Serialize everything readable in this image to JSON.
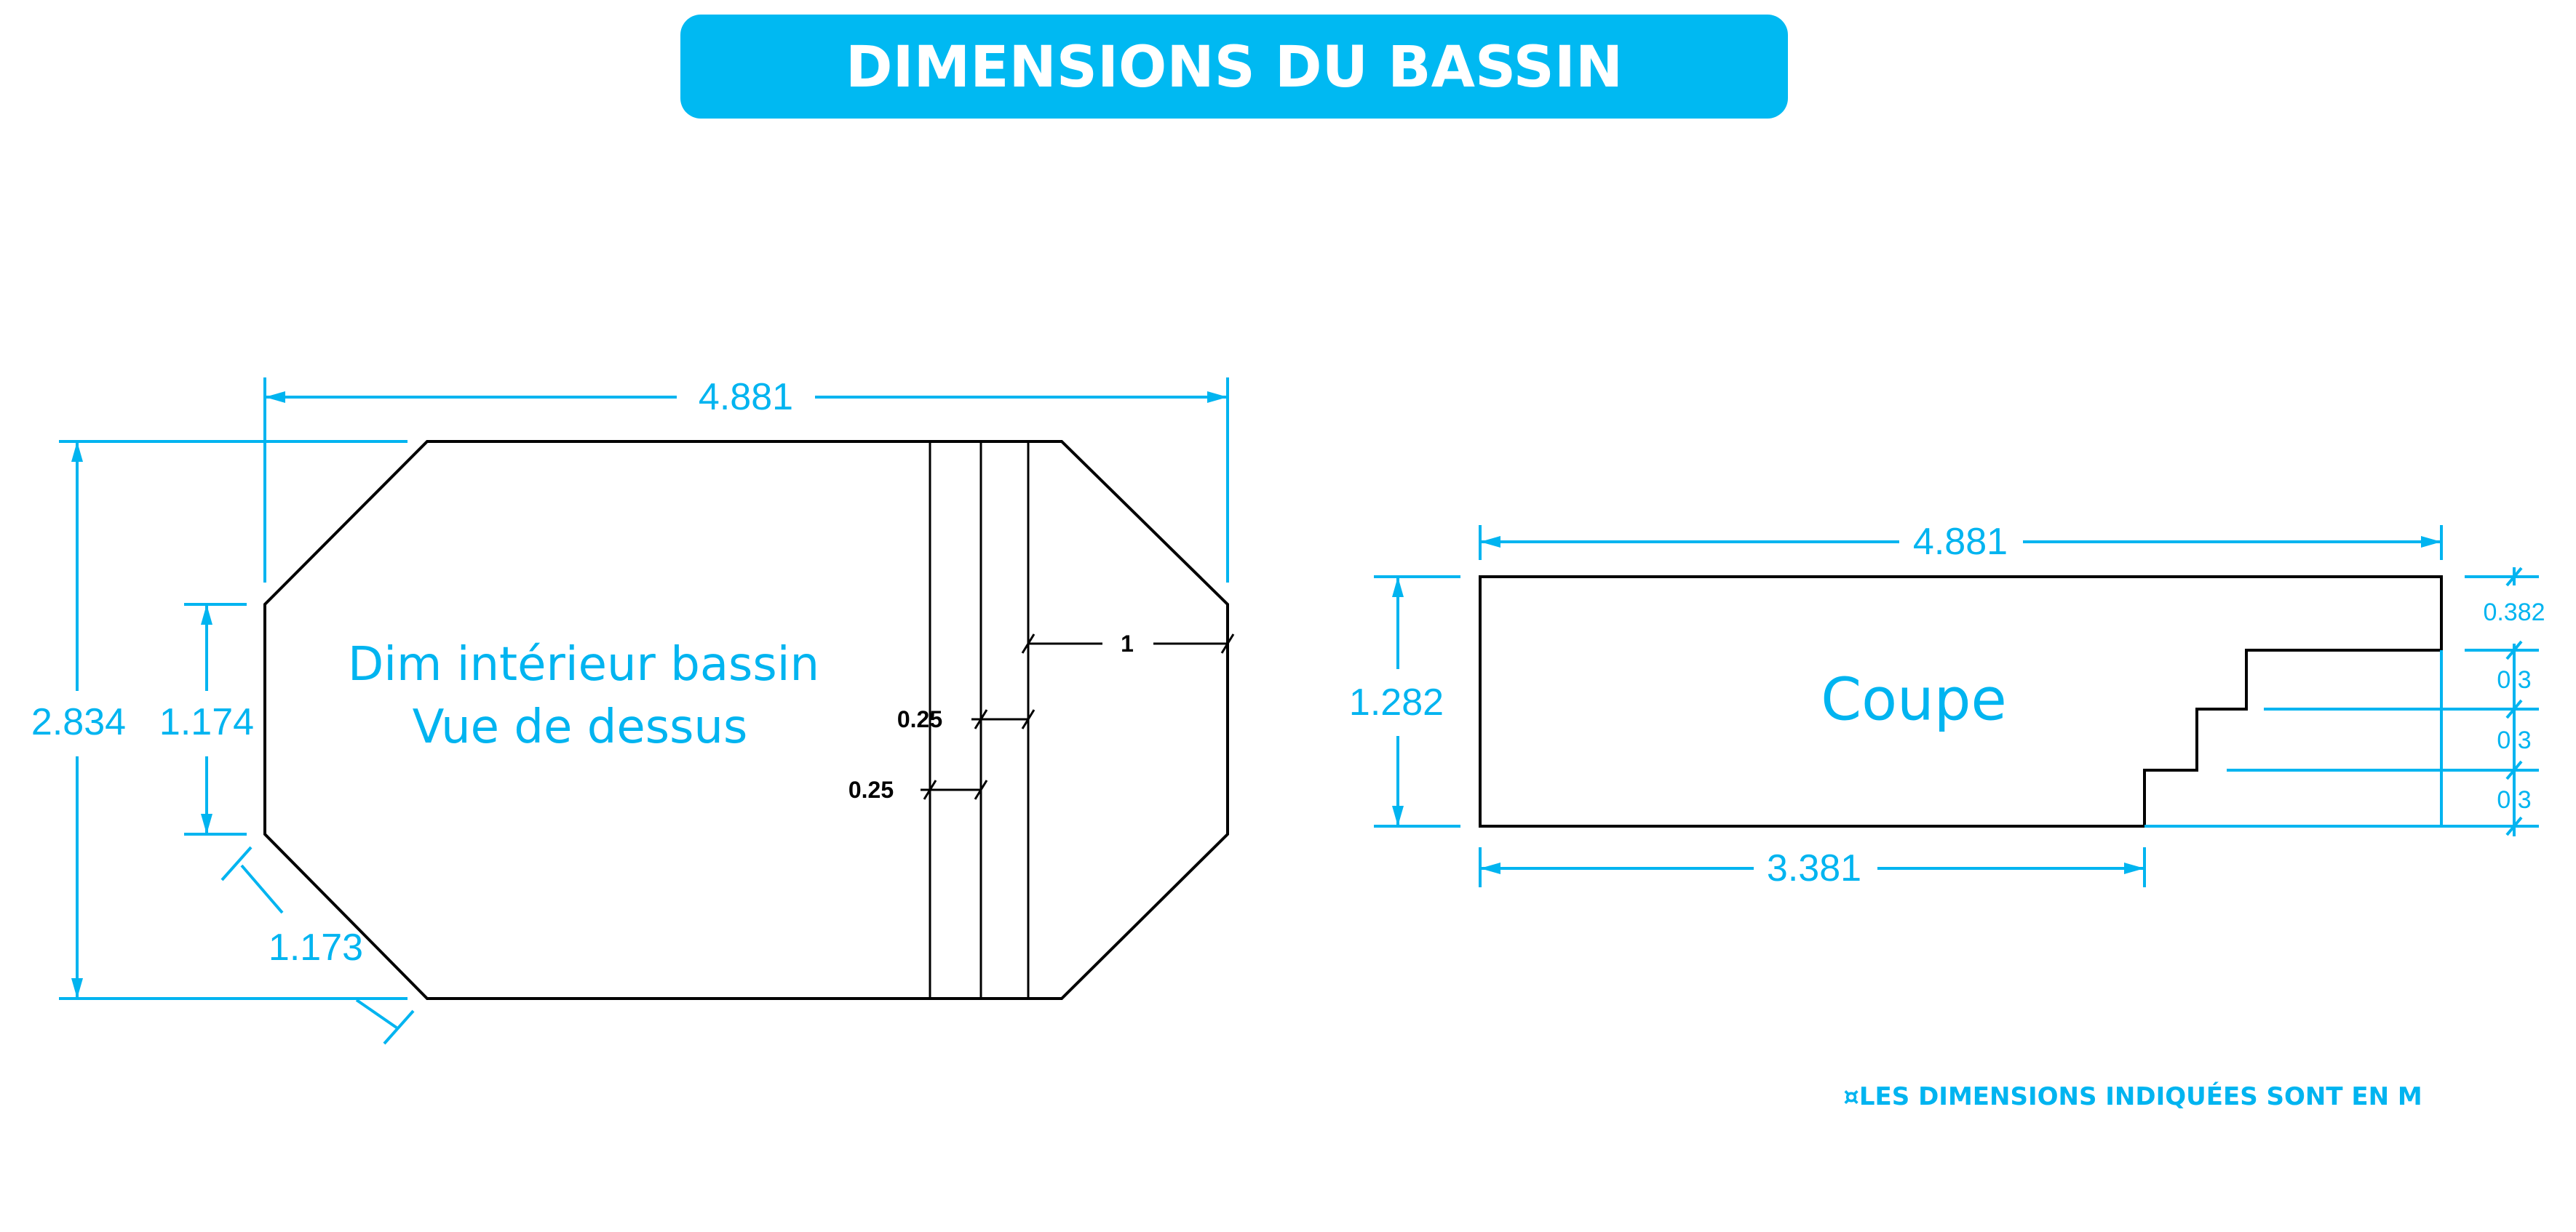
{
  "title": "DIMENSIONS DU BASSIN",
  "top_view": {
    "label_line1": "Dim intérieur bassin",
    "label_line2": "Vue de dessus",
    "length": "4.881",
    "width": "2.834",
    "side_width": "1.174",
    "diagonal": "1.173",
    "step_depth": "1",
    "step_1": "0.25",
    "step_2": "0.25"
  },
  "section_view": {
    "label": "Coupe",
    "length": "4.881",
    "depth": "1.282",
    "floor_length": "3.381",
    "top_step": "0.382",
    "steps": [
      "0.3",
      "0.3",
      "0.3"
    ]
  },
  "footnote": "¤LES DIMENSIONS INDIQUÉES SONT EN M",
  "colors": {
    "accent": "#00b4f0",
    "banner": "#00b9f2",
    "lines": "#000000"
  }
}
